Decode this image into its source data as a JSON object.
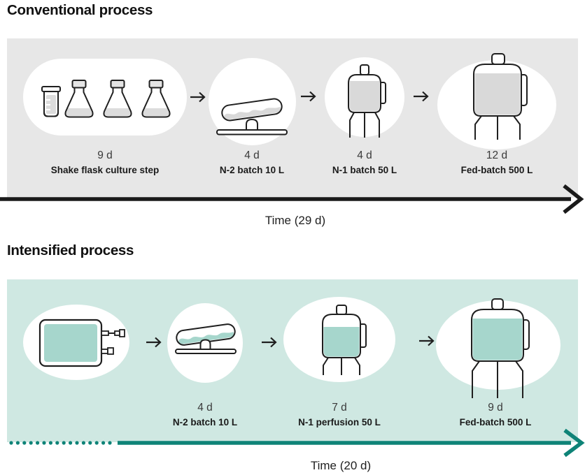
{
  "conventional": {
    "title": "Conventional process",
    "steps": [
      {
        "duration": "9 d",
        "label": "Shake flask culture step"
      },
      {
        "duration": "4 d",
        "label": "N-2 batch 10 L"
      },
      {
        "duration": "4 d",
        "label": "N-1 batch 50 L"
      },
      {
        "duration": "12 d",
        "label": "Fed-batch 500 L"
      }
    ],
    "timeline_label": "Time (29 d)"
  },
  "intensified": {
    "title": "Intensified process",
    "steps": [
      {
        "duration": "4 d",
        "label": "N-2 batch 10 L"
      },
      {
        "duration": "7 d",
        "label": "N-1 perfusion 50 L"
      },
      {
        "duration": "9 d",
        "label": "Fed-batch 500 L"
      }
    ],
    "timeline_label": "Time (20 d)"
  },
  "icons": {
    "conventional": [
      "beaker-icon",
      "shake-flask-icon",
      "rocking-bioreactor-icon",
      "stirred-bioreactor-50l-icon",
      "stirred-bioreactor-500l-icon",
      "flow-arrow-icon",
      "timeline-arrow-icon"
    ],
    "intensified": [
      "cell-bag-icon",
      "rocking-bioreactor-icon",
      "stirred-bioreactor-50l-icon",
      "stirred-bioreactor-500l-icon",
      "flow-arrow-icon",
      "dotted-timeline-arrow-icon"
    ]
  },
  "colors": {
    "panel_gray": "#e7e7e7",
    "panel_mint": "#cfe8e2",
    "outline": "#1f1f1f",
    "gray_liquid": "#d9d9d9",
    "teal_liquid": "#a6d6cc",
    "teal_arrow": "#0e8377",
    "black_arrow": "#1a1a1a"
  }
}
